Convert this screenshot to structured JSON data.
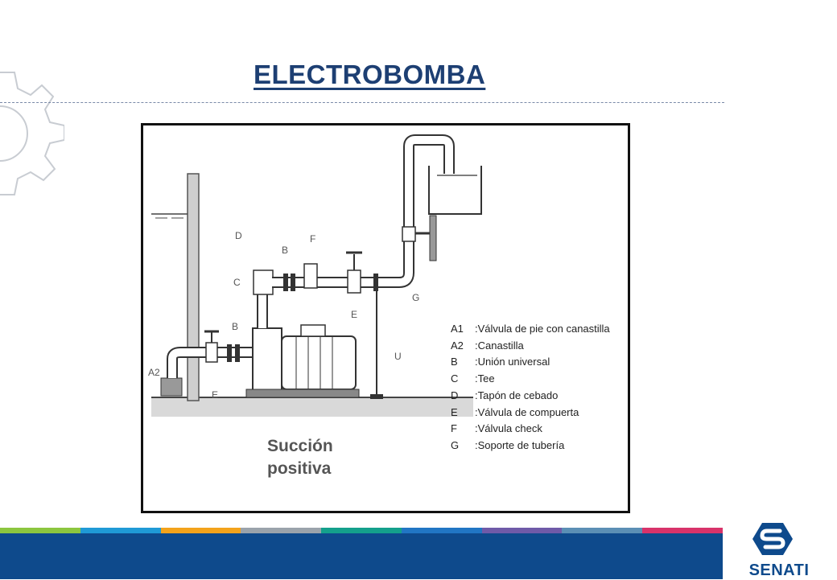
{
  "slide": {
    "title": "ELECTROBOMBA"
  },
  "diagram": {
    "caption_line1": "Succión",
    "caption_line2": "positiva",
    "labels": {
      "A2": "A2",
      "B1": "B",
      "B2": "B",
      "C": "C",
      "D": "D",
      "E1": "E",
      "E2": "E",
      "F": "F",
      "G": "G",
      "U": "U"
    },
    "legend": [
      {
        "code": "A1",
        "text": ":Válvula de pie con canastilla"
      },
      {
        "code": "A2",
        "text": ":Canastilla"
      },
      {
        "code": "B",
        "text": ":Unión universal"
      },
      {
        "code": "C",
        "text": ":Tee"
      },
      {
        "code": "D",
        "text": ":Tapón de cebado"
      },
      {
        "code": "E",
        "text": ":Válvula de compuerta"
      },
      {
        "code": "F",
        "text": ":Válvula  check"
      },
      {
        "code": "G",
        "text": ":Soporte de tubería"
      }
    ]
  },
  "footer": {
    "stripe_colors": [
      "#8cc63f",
      "#1f9ad6",
      "#f3a31b",
      "#9aa3ab",
      "#14a08c",
      "#2176c4",
      "#6f5aa8",
      "#5b8fb5",
      "#d8336a"
    ],
    "logo_text": "SENATI",
    "logo_icon": "senati-logo-icon"
  },
  "colors": {
    "title": "#1d3f73",
    "footer_bar": "#0e4a8c"
  }
}
